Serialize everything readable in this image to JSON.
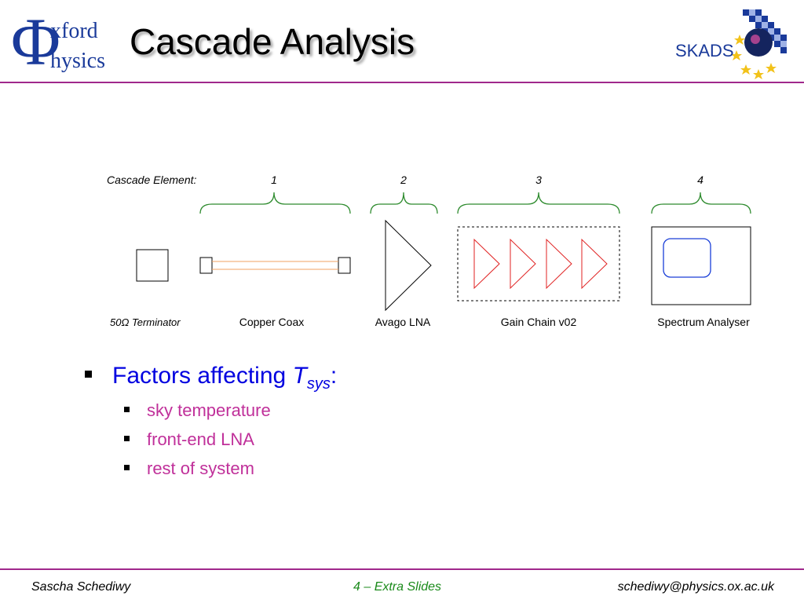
{
  "header": {
    "title": "Cascade Analysis",
    "left_logo": {
      "phi": "Φ",
      "line1": "xford",
      "line2": "hysics"
    },
    "right_logo": {
      "text": "SKADS"
    }
  },
  "diagram": {
    "row_label": "Cascade Element:",
    "groups": [
      "1",
      "2",
      "3",
      "4"
    ],
    "components": [
      "50Ω Terminator",
      "Copper Coax",
      "Avago LNA",
      "Gain Chain v02",
      "Spectrum Analyser"
    ]
  },
  "bullets": {
    "main_prefix": "Factors affecting ",
    "main_symbol": "T",
    "main_subscript": "sys",
    "main_suffix": ":",
    "items": [
      "sky temperature",
      "front-end LNA",
      "rest of system"
    ]
  },
  "footer": {
    "author": "Sascha Schediwy",
    "slide": "4 – Extra Slides",
    "email": "schediwy@physics.ox.ac.uk"
  },
  "colors": {
    "accent_rule": "#a0288c",
    "bullet_main": "#0000e0",
    "bullet_sub": "#c0309a",
    "brace_green": "#2e8b2e",
    "coax_orange": "#f0a060",
    "gain_red": "#e02020",
    "screen_blue": "#1a3fd8",
    "footer_slide_green": "#1a8a1a"
  }
}
